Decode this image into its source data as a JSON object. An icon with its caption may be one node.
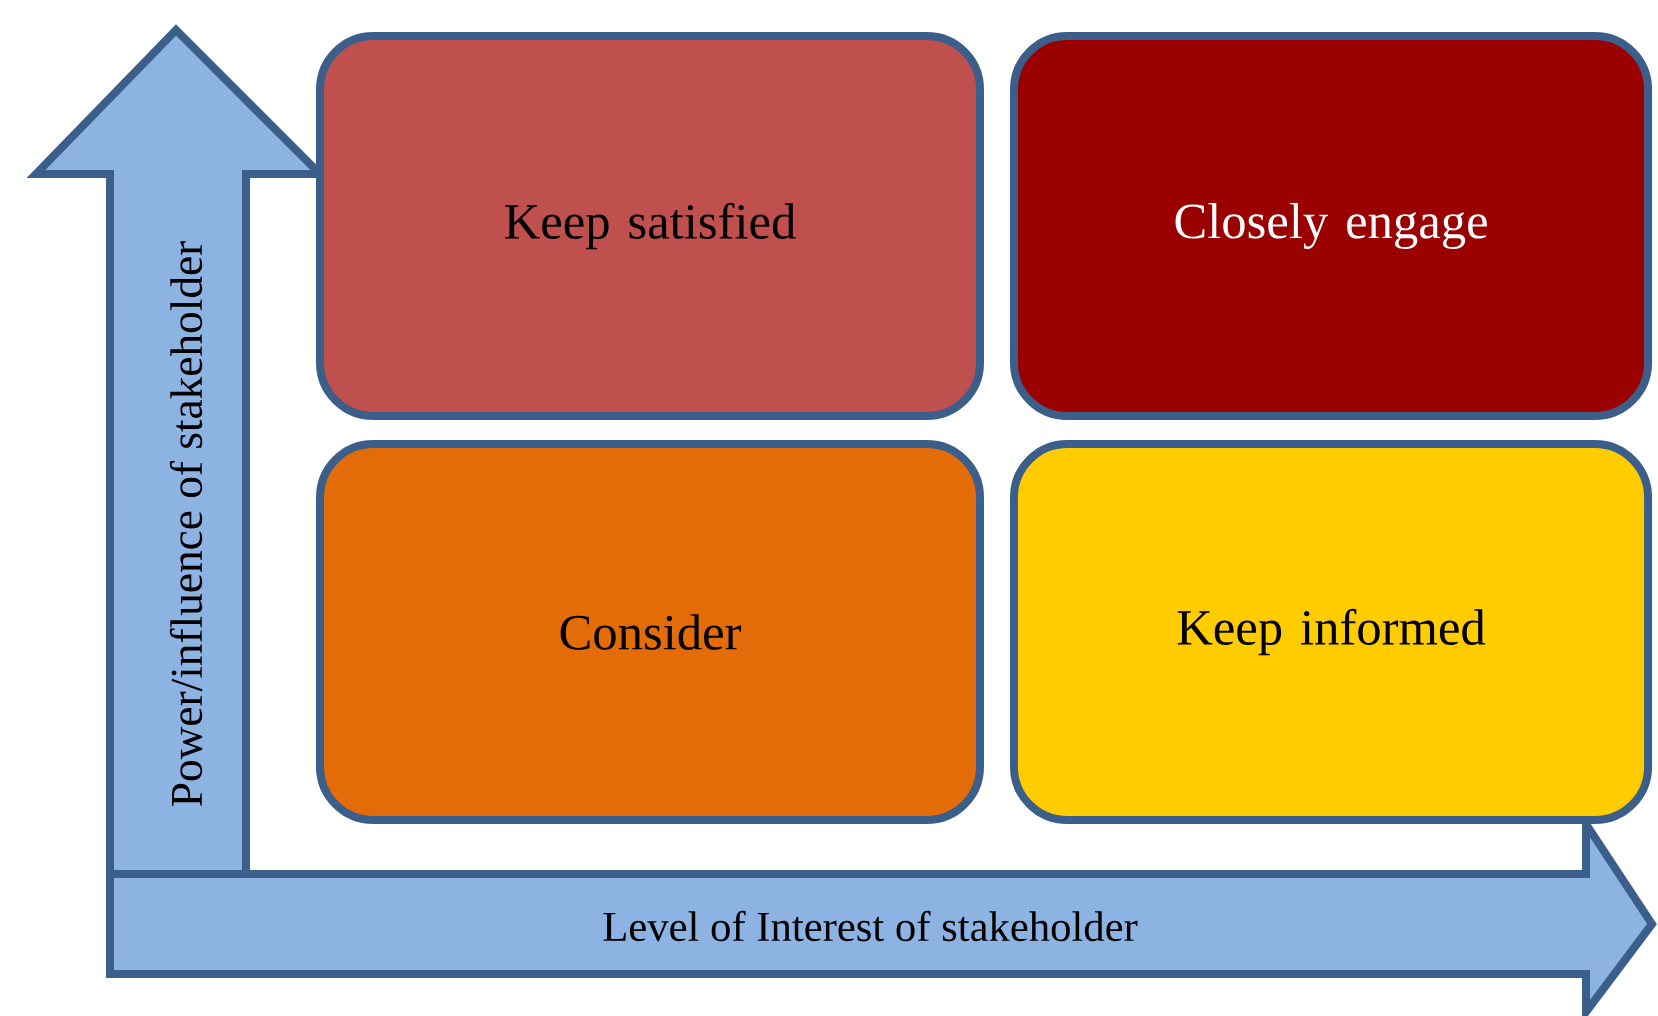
{
  "diagram": {
    "nodes": [
      {
        "text": [
          "Keep satisfied"
        ]
      },
      {
        "text": [
          "Closely engage"
        ]
      },
      {
        "text": [
          "Consider"
        ]
      },
      {
        "text": [
          "Keep informed"
        ]
      }
    ],
    "labels": [
      "Power/influence of stakeholder",
      "Level of Interest of stakeholder"
    ]
  }
}
